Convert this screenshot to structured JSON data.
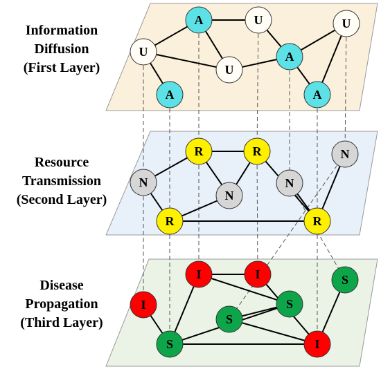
{
  "layers": [
    {
      "id": "first",
      "label_lines": [
        "Information",
        "Diffusion",
        "(First Layer)"
      ],
      "fill": "#FAF0DC",
      "nodes": [
        {
          "id": "a1",
          "label": "A",
          "color": "#5CE1E6"
        },
        {
          "id": "u1",
          "label": "U",
          "color": "#FFFDF5"
        },
        {
          "id": "u2",
          "label": "U",
          "color": "#FFFDF5"
        },
        {
          "id": "u3",
          "label": "U",
          "color": "#FFFDF5"
        },
        {
          "id": "u4",
          "label": "U",
          "color": "#FFFDF5"
        },
        {
          "id": "a2",
          "label": "A",
          "color": "#5CE1E6"
        },
        {
          "id": "a3",
          "label": "A",
          "color": "#5CE1E6"
        },
        {
          "id": "a4",
          "label": "A",
          "color": "#5CE1E6"
        }
      ],
      "edges": [
        [
          "a1",
          "u1"
        ],
        [
          "a1",
          "u3"
        ],
        [
          "a1",
          "u2"
        ],
        [
          "u1",
          "u3"
        ],
        [
          "u1",
          "a3"
        ],
        [
          "u3",
          "a2"
        ],
        [
          "u2",
          "a2"
        ],
        [
          "a2",
          "u4"
        ],
        [
          "a2",
          "a4"
        ],
        [
          "u4",
          "a4"
        ]
      ]
    },
    {
      "id": "second",
      "label_lines": [
        "Resource",
        "Transmission",
        "(Second Layer)"
      ],
      "fill": "#E8F0FA",
      "nodes": [
        {
          "id": "r1",
          "label": "R",
          "color": "#FFF000"
        },
        {
          "id": "r2",
          "label": "R",
          "color": "#FFF000"
        },
        {
          "id": "n1",
          "label": "N",
          "color": "#D6D6D6"
        },
        {
          "id": "n2",
          "label": "N",
          "color": "#D6D6D6"
        },
        {
          "id": "n3",
          "label": "N",
          "color": "#D6D6D6"
        },
        {
          "id": "n4",
          "label": "N",
          "color": "#D6D6D6"
        },
        {
          "id": "r3",
          "label": "R",
          "color": "#FFF000"
        },
        {
          "id": "r4",
          "label": "R",
          "color": "#FFF000"
        }
      ],
      "edges": [
        [
          "r1",
          "r2"
        ],
        [
          "r1",
          "n1"
        ],
        [
          "r1",
          "n2"
        ],
        [
          "r2",
          "n2"
        ],
        [
          "r2",
          "r4"
        ],
        [
          "n1",
          "r3"
        ],
        [
          "r3",
          "n2"
        ],
        [
          "n3",
          "r4"
        ],
        [
          "n4",
          "r4"
        ],
        [
          "r3",
          "r4"
        ]
      ]
    },
    {
      "id": "third",
      "label_lines": [
        "Disease",
        "Propagation",
        "(Third Layer)"
      ],
      "fill": "#EBF3E6",
      "nodes": [
        {
          "id": "i1",
          "label": "I",
          "color": "#FF0000"
        },
        {
          "id": "i2",
          "label": "I",
          "color": "#FF0000"
        },
        {
          "id": "s1",
          "label": "S",
          "color": "#0EA54A"
        },
        {
          "id": "i3",
          "label": "I",
          "color": "#FF0000"
        },
        {
          "id": "s2",
          "label": "S",
          "color": "#0EA54A"
        },
        {
          "id": "s3",
          "label": "S",
          "color": "#0EA54A"
        },
        {
          "id": "s4",
          "label": "S",
          "color": "#0EA54A"
        },
        {
          "id": "i4",
          "label": "I",
          "color": "#FF0000"
        }
      ],
      "edges": [
        [
          "i1",
          "i2"
        ],
        [
          "i1",
          "s2"
        ],
        [
          "i1",
          "s4"
        ],
        [
          "i2",
          "i4"
        ],
        [
          "s1",
          "i4"
        ],
        [
          "s2",
          "s3"
        ],
        [
          "s2",
          "s4"
        ],
        [
          "s3",
          "i4"
        ],
        [
          "i3",
          "s4"
        ],
        [
          "s4",
          "i4"
        ]
      ]
    }
  ],
  "interlayer_links": [
    [
      "u1",
      "n1",
      "i3"
    ],
    [
      "a3",
      "r3",
      "s4"
    ],
    [
      "a1",
      "r1",
      "i1"
    ],
    [
      "u2",
      "r2",
      "i2"
    ],
    [
      "a2",
      "n3",
      "s1"
    ],
    [
      "a4",
      "r4",
      "i4"
    ],
    [
      "u4",
      "n4",
      "s3"
    ]
  ],
  "colors": {
    "edge": "#000000",
    "node_stroke": "#333333",
    "dashed_link": "#555555",
    "layer_stroke": "#999999"
  }
}
